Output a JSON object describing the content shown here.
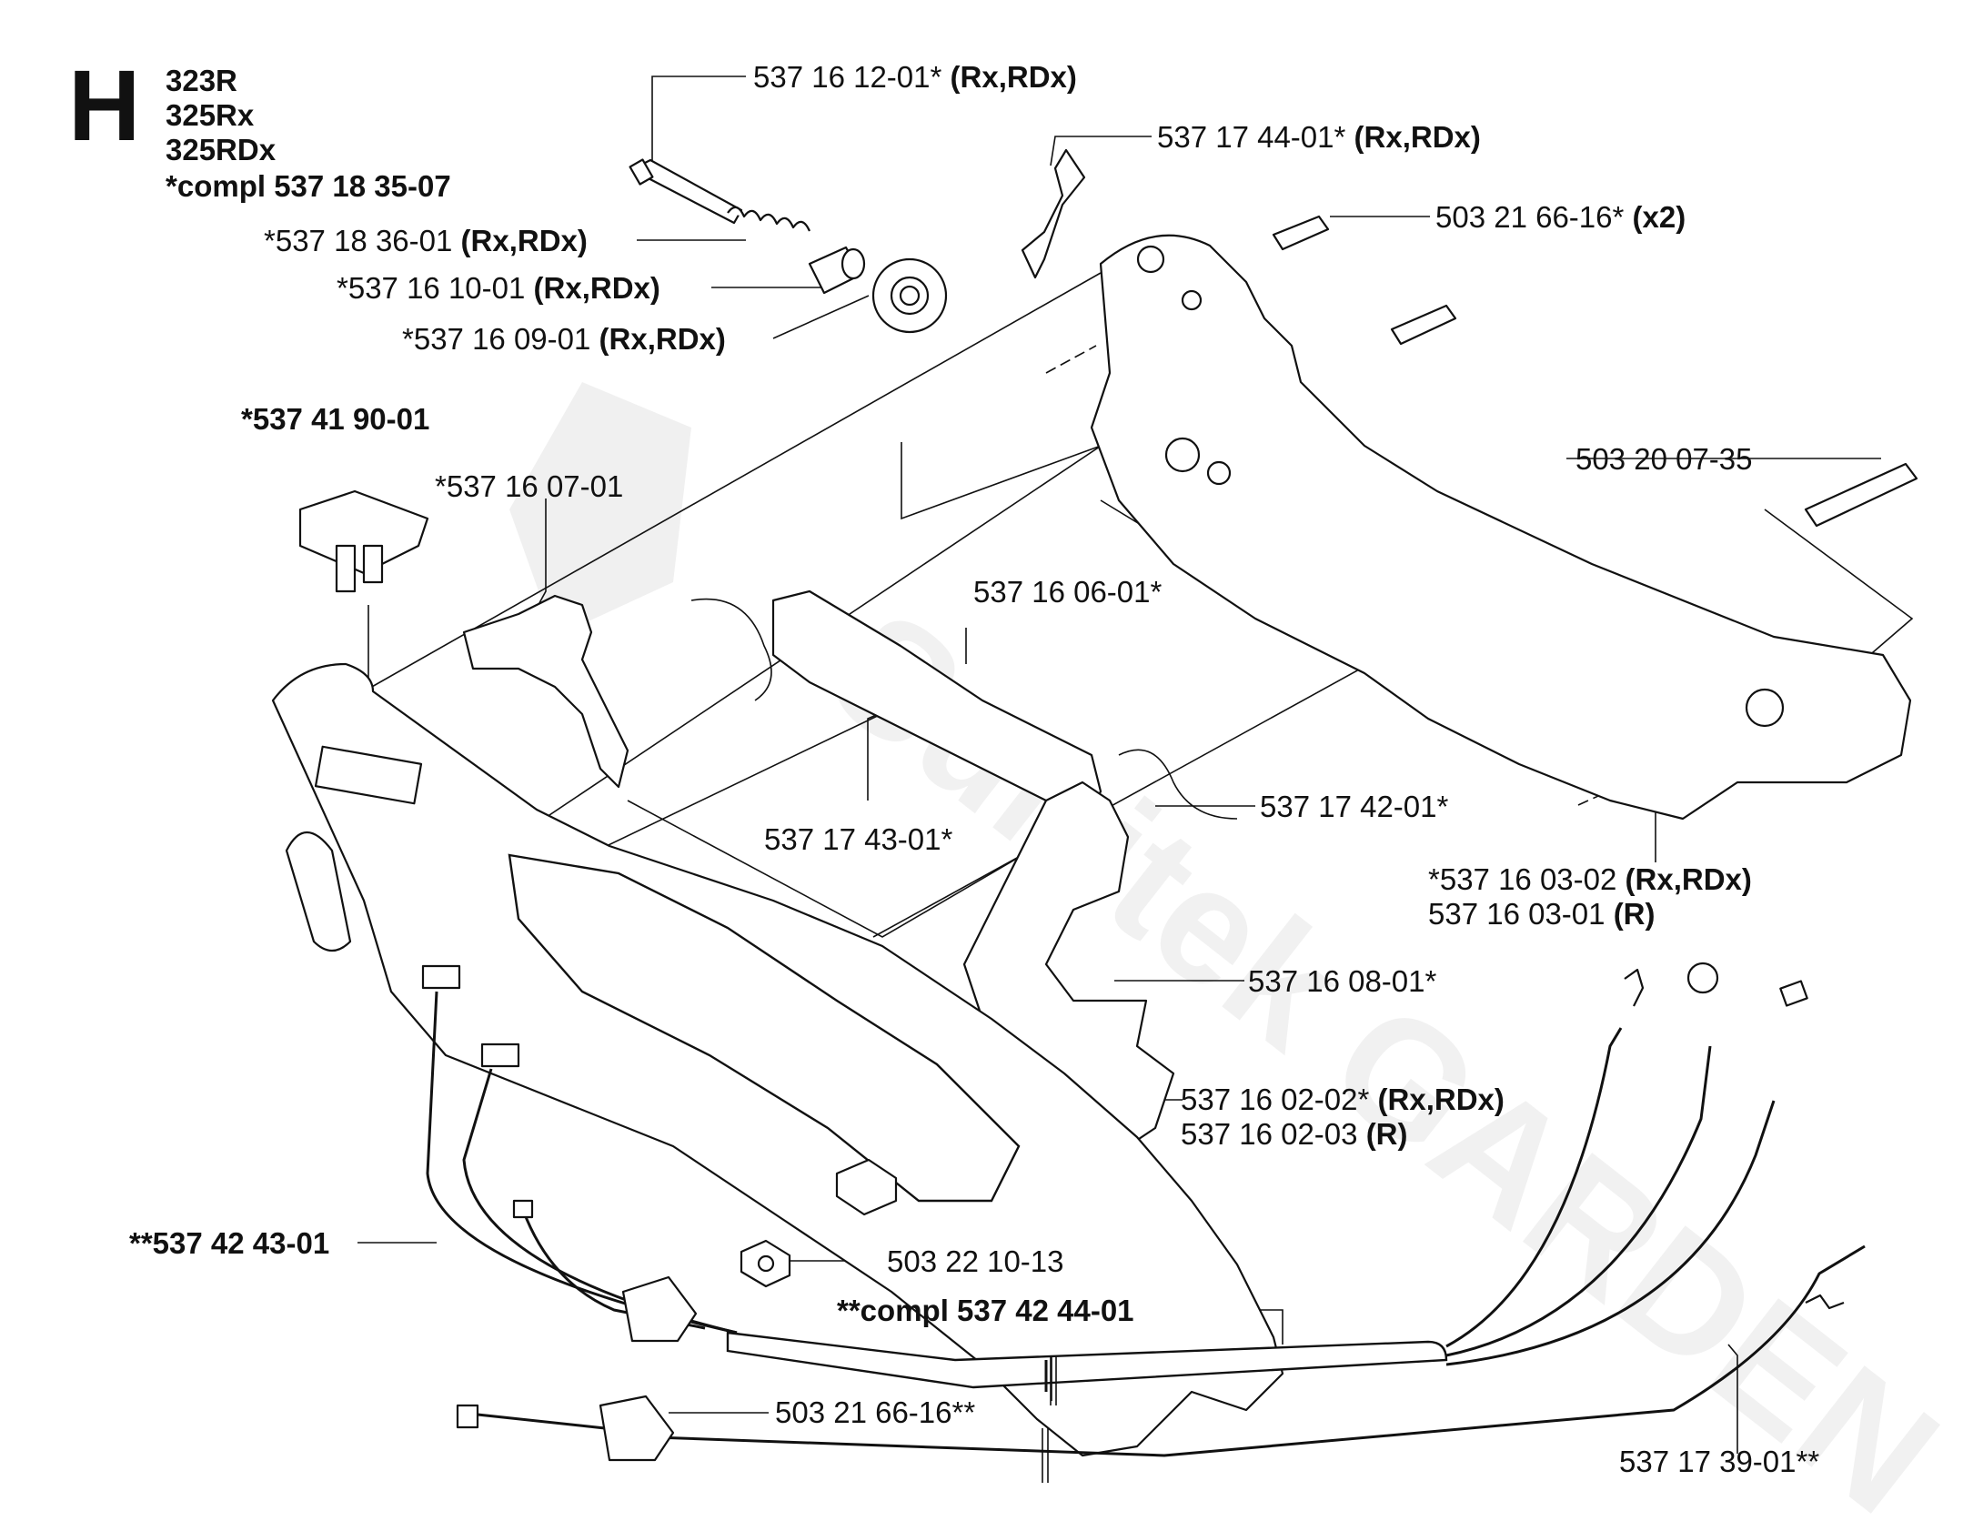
{
  "header": {
    "section_letter": "H",
    "models": [
      "323R",
      "325Rx",
      "325RDx"
    ],
    "compl_note": "*compl 537 18 35-07"
  },
  "watermark": "Sunitek GARDEN",
  "callouts": [
    {
      "id": "c1",
      "text": "537 16 12-01*",
      "bold": "(Rx,RDx)"
    },
    {
      "id": "c2",
      "text": "537 17 44-01*",
      "bold": "(Rx,RDx)"
    },
    {
      "id": "c3",
      "text": "503 21 66-16*",
      "bold": "(x2)"
    },
    {
      "id": "c4",
      "text": "*537 18 36-01",
      "bold": "(Rx,RDx)"
    },
    {
      "id": "c5",
      "text": "*537 16 10-01",
      "bold": "(Rx,RDx)"
    },
    {
      "id": "c6",
      "text": "*537 16 09-01",
      "bold": "(Rx,RDx)"
    },
    {
      "id": "c7",
      "text": "",
      "bold": "*537 41 90-01"
    },
    {
      "id": "c8",
      "text": "*537 16 07-01",
      "bold": ""
    },
    {
      "id": "c9",
      "text": "503 20 07-35",
      "bold": ""
    },
    {
      "id": "c10",
      "text": "537 16 06-01*",
      "bold": ""
    },
    {
      "id": "c11",
      "text": "537 17 42-01*",
      "bold": ""
    },
    {
      "id": "c12",
      "text": "537 17 43-01*",
      "bold": ""
    },
    {
      "id": "c13",
      "text": "*537 16 03-02",
      "bold": "(Rx,RDx)"
    },
    {
      "id": "c14",
      "text": "537 16 03-01",
      "bold": "(R)"
    },
    {
      "id": "c15",
      "text": "537 16 08-01*",
      "bold": ""
    },
    {
      "id": "c16",
      "text": "537 16 02-02*",
      "bold": "(Rx,RDx)"
    },
    {
      "id": "c17",
      "text": "537 16 02-03",
      "bold": "(R)"
    },
    {
      "id": "c18",
      "text": "",
      "bold": "**537 42 43-01"
    },
    {
      "id": "c19",
      "text": "503 22 10-13",
      "bold": ""
    },
    {
      "id": "c20",
      "text": "",
      "bold": "**compl 537 42 44-01"
    },
    {
      "id": "c21",
      "text": "503 21 66-16**",
      "bold": ""
    },
    {
      "id": "c22",
      "text": "537 17 39-01**",
      "bold": ""
    }
  ]
}
